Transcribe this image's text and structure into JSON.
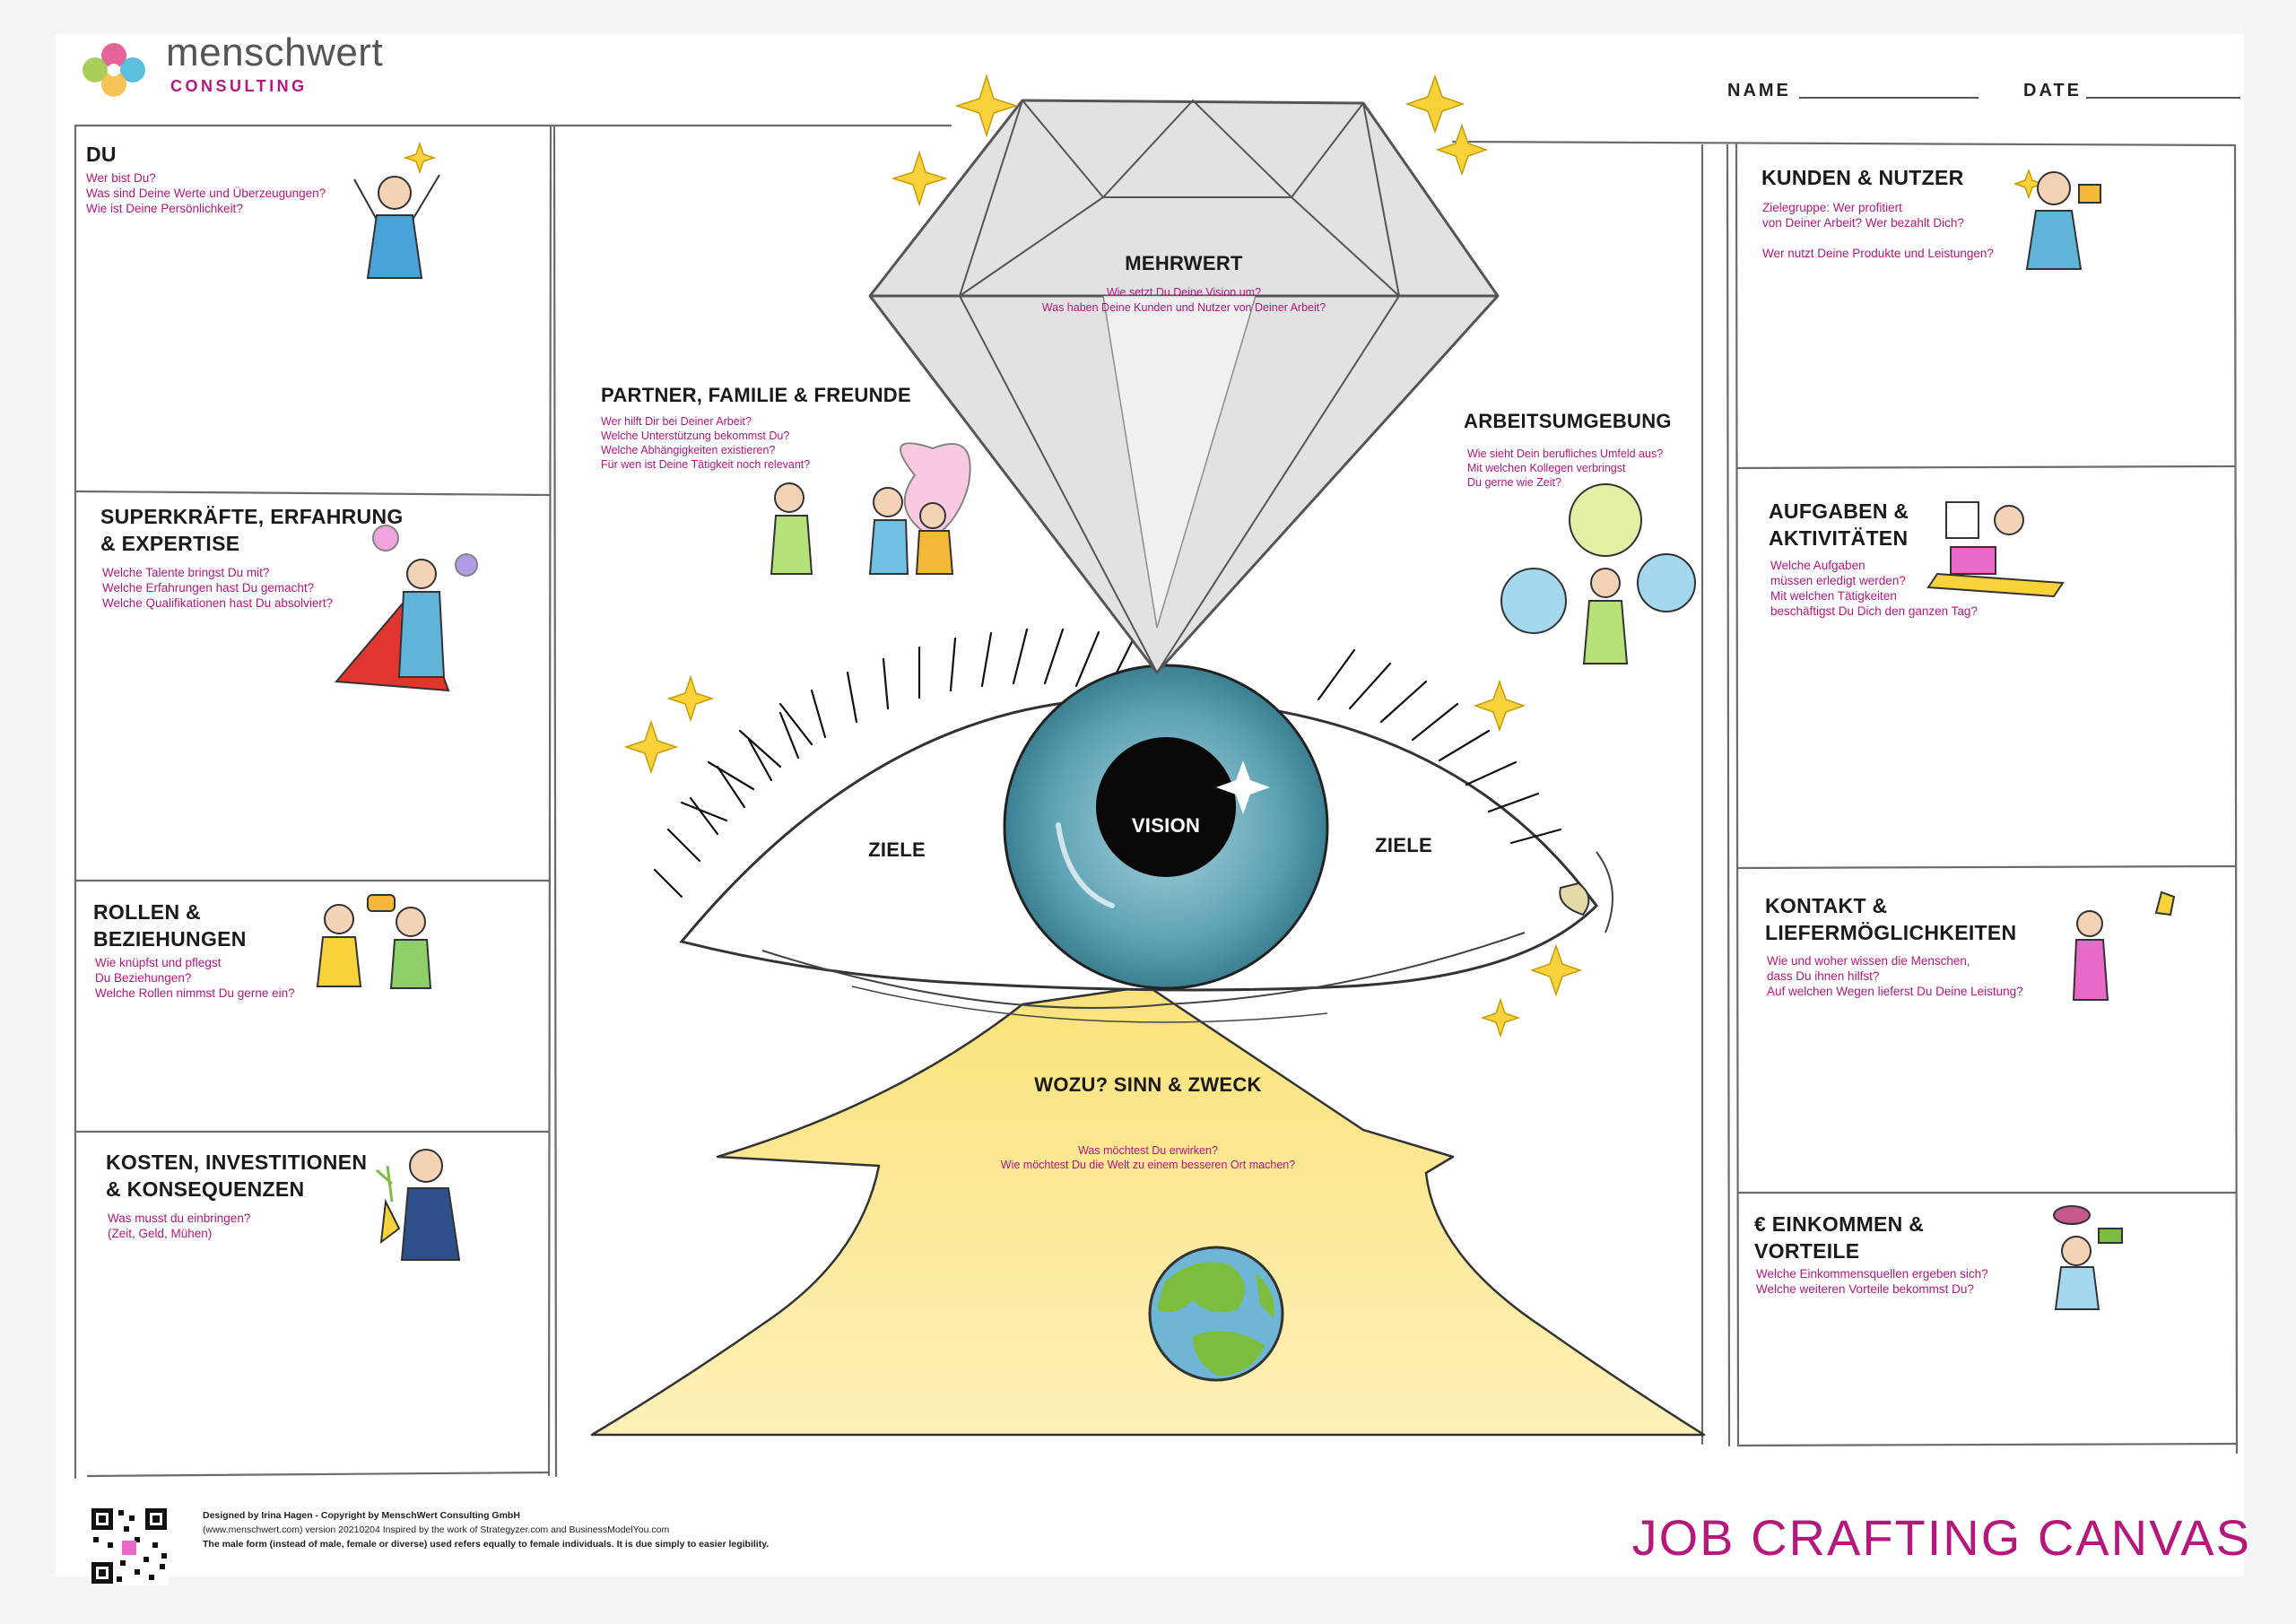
{
  "brand": {
    "name": "menschwert",
    "sub": "CONSULTING",
    "accent": "#b5177c"
  },
  "header": {
    "name_label": "NAME",
    "date_label": "DATE"
  },
  "left_sections": [
    {
      "title": "DU",
      "questions": "Wer bist Du?\nWas sind Deine Werte und Überzeugungen?\nWie ist Deine Persönlichkeit?"
    },
    {
      "title": "SUPERKRÄFTE, ERFAHRUNG\n& EXPERTISE",
      "questions": "Welche Talente bringst Du mit?\nWelche Erfahrungen hast Du gemacht?\nWelche Qualifikationen hast Du absolviert?"
    },
    {
      "title": "ROLLEN &\nBEZIEHUNGEN",
      "questions": "Wie knüpfst und pflegst\nDu Beziehungen?\nWelche Rollen nimmst Du gerne ein?"
    },
    {
      "title": "KOSTEN, INVESTITIONEN\n& KONSEQUENZEN",
      "questions": "Was musst du einbringen?\n(Zeit, Geld, Mühen)"
    }
  ],
  "right_sections": [
    {
      "title": "KUNDEN & NUTZER",
      "questions": "Zielegruppe: Wer profitiert\nvon Deiner Arbeit? Wer bezahlt Dich?\n\nWer nutzt Deine Produkte und Leistungen?"
    },
    {
      "title": "AUFGABEN &\nAKTIVITÄTEN",
      "questions": "Welche Aufgaben\nmüssen erledigt werden?\nMit welchen Tätigkeiten\nbeschäftigst Du Dich den ganzen Tag?"
    },
    {
      "title": "KONTAKT &\nLIEFERMÖGLICHKEITEN",
      "questions": "Wie und woher wissen die Menschen,\ndass Du ihnen hilfst?\nAuf welchen Wegen lieferst Du Deine Leistung?"
    },
    {
      "title": "€ EINKOMMEN &\nVORTEILE",
      "questions": "Welche Einkommensquellen ergeben sich?\nWelche weiteren Vorteile bekommst Du?"
    }
  ],
  "center": {
    "mehrwert": {
      "title": "MEHRWERT",
      "questions": "Wie setzt Du Deine Vision um?\nWas haben Deine Kunden und Nutzer von Deiner Arbeit?"
    },
    "partner": {
      "title": "PARTNER, FAMILIE & FREUNDE",
      "questions": "Wer hilft Dir bei Deiner Arbeit?\nWelche Unterstützung bekommst Du?\nWelche Abhängigkeiten existieren?\nFür wen ist Deine Tätigkeit noch relevant?"
    },
    "arbeitsumgebung": {
      "title": "ARBEITSUMGEBUNG",
      "questions": "Wie sieht Dein berufliches Umfeld aus?\nMit welchen Kollegen verbringst\nDu gerne wie Zeit?"
    },
    "ziele_left": "ZIELE",
    "ziele_right": "ZIELE",
    "vision": "VISION",
    "wozu": {
      "title": "WOZU? SINN & ZWECK",
      "questions": "Was möchtest Du erwirken?\nWie möchtest Du die Welt zu einem besseren Ort machen?"
    }
  },
  "footer": {
    "credit1": "Designed by Irina Hagen - Copyright by MenschWert Consulting GmbH",
    "credit2": "(www.menschwert.com) version 20210204 Inspired by the work of Strategyzer.com and BusinessModelYou.com",
    "credit3": "The male form (instead of male, female or diverse) used refers equally to female individuals. It is due simply to easier legibility.",
    "title": "JOB CRAFTING CANVAS"
  },
  "icons": [
    "logo-flower-icon",
    "qr-code-icon",
    "diamond-icon",
    "eye-icon",
    "globe-icon",
    "sparkle-icon"
  ],
  "colors": {
    "iris": "#5fa3b5",
    "pyramid": "#fbe58a",
    "sparkle": "#f7d23a",
    "line": "#6b6b6b"
  }
}
